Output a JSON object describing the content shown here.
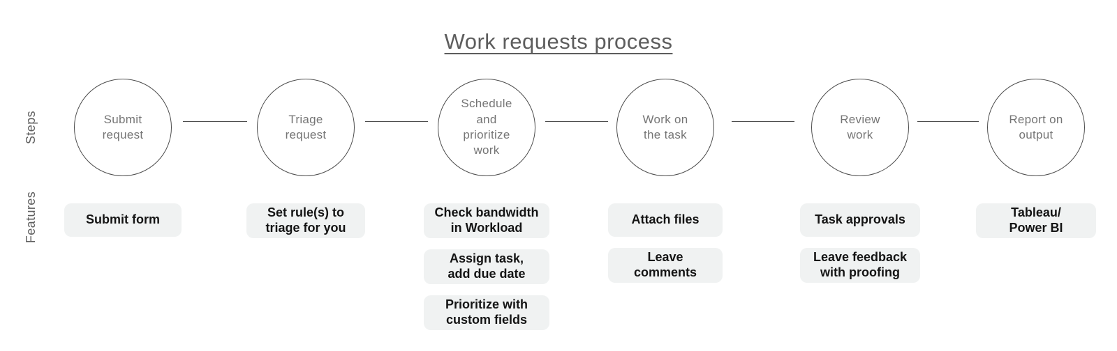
{
  "title": "Work requests process",
  "axis_labels": {
    "steps": "Steps",
    "features": "Features"
  },
  "colors": {
    "background": "#ffffff",
    "circle_border": "#4c4c4c",
    "circle_text": "#757575",
    "title_text": "#5d5d5d",
    "feature_badge_bg": "#f0f2f2",
    "feature_text": "#141414"
  },
  "steps": [
    {
      "label": "Submit\nrequest",
      "features": [
        "Submit form"
      ]
    },
    {
      "label": "Triage\nrequest",
      "features": [
        "Set rule(s) to\ntriage for you"
      ]
    },
    {
      "label": "Schedule\nand\nprioritize\nwork",
      "features": [
        "Check bandwidth\nin Workload",
        "Assign task,\nadd due date",
        "Prioritize with\ncustom fields"
      ]
    },
    {
      "label": "Work on\nthe task",
      "features": [
        "Attach files",
        "Leave\ncomments"
      ]
    },
    {
      "label": "Review\nwork",
      "features": [
        "Task approvals",
        "Leave feedback\nwith proofing"
      ]
    },
    {
      "label": "Report on\noutput",
      "features": [
        "Tableau/\nPower BI"
      ]
    }
  ]
}
